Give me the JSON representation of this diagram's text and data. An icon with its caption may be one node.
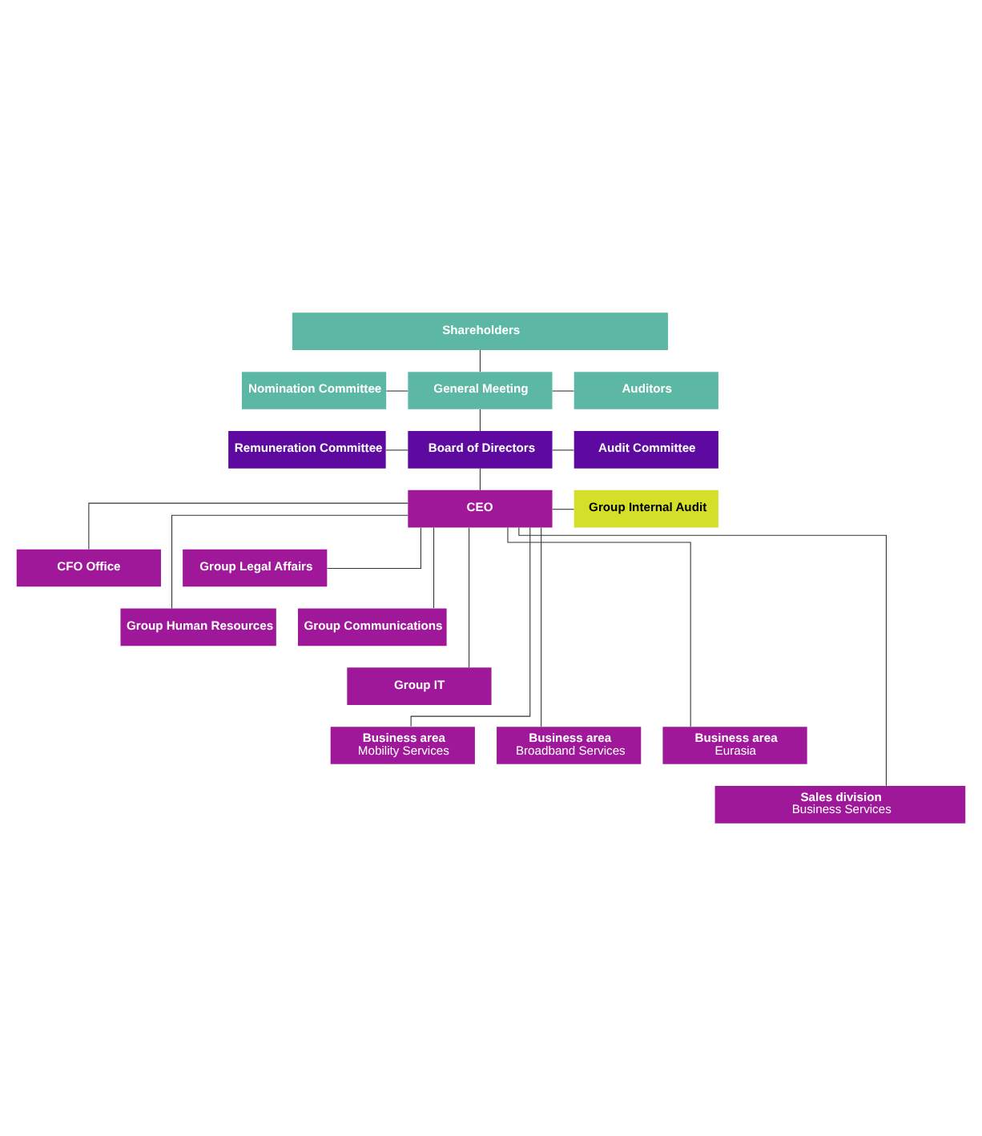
{
  "diagram": {
    "nodes": [
      {
        "text": [
          "Shareholders"
        ]
      },
      {
        "text": [
          "Nomination Committee"
        ]
      },
      {
        "text": [
          "General Meeting"
        ]
      },
      {
        "text": [
          "Auditors"
        ]
      },
      {
        "text": [
          "Remuneration Committee"
        ]
      },
      {
        "text": [
          "Board of Directors"
        ]
      },
      {
        "text": [
          "Audit Committee"
        ]
      },
      {
        "text": [
          "CEO"
        ]
      },
      {
        "text": [
          "Group Internal Audit"
        ]
      },
      {
        "text": [
          "CFO Office"
        ]
      },
      {
        "text": [
          "Group Legal Affairs"
        ]
      },
      {
        "text": [
          "Group Human Resources"
        ]
      },
      {
        "text": [
          "Group Communications"
        ]
      },
      {
        "text": [
          "Group IT"
        ]
      },
      {
        "text": [
          "Business area",
          "Mobility Services"
        ]
      },
      {
        "text": [
          "Business area",
          "Broadband Services"
        ]
      },
      {
        "text": [
          "Business area",
          "Eurasia"
        ]
      },
      {
        "text": [
          "Sales division",
          "Business Services"
        ]
      }
    ],
    "edges": [
      {
        "from": 0,
        "to": 2,
        "arrow": "none"
      },
      {
        "from": 1,
        "to": 2,
        "arrow": "none"
      },
      {
        "from": 2,
        "to": 3,
        "arrow": "none"
      },
      {
        "from": 2,
        "to": 5,
        "arrow": "none"
      },
      {
        "from": 4,
        "to": 5,
        "arrow": "none"
      },
      {
        "from": 5,
        "to": 6,
        "arrow": "none"
      },
      {
        "from": 5,
        "to": 7,
        "arrow": "none"
      },
      {
        "from": 7,
        "to": 8,
        "arrow": "none"
      },
      {
        "from": 7,
        "to": 9,
        "arrow": "none"
      },
      {
        "from": 7,
        "to": 10,
        "arrow": "none"
      },
      {
        "from": 7,
        "to": 11,
        "arrow": "none"
      },
      {
        "from": 7,
        "to": 12,
        "arrow": "none"
      },
      {
        "from": 7,
        "to": 13,
        "arrow": "none"
      },
      {
        "from": 7,
        "to": 14,
        "arrow": "none"
      },
      {
        "from": 7,
        "to": 15,
        "arrow": "none"
      },
      {
        "from": 7,
        "to": 16,
        "arrow": "none"
      },
      {
        "from": 7,
        "to": 17,
        "arrow": "none"
      }
    ]
  }
}
